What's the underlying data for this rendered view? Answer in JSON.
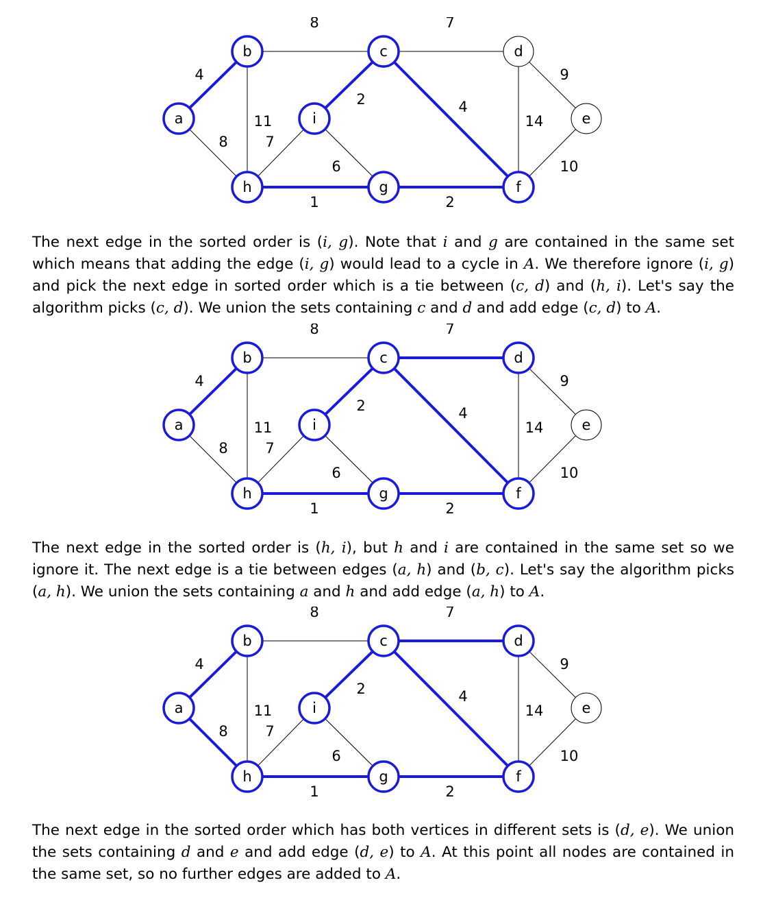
{
  "graphs": [
    {
      "nodes": [
        {
          "id": "a",
          "highlighted": true
        },
        {
          "id": "b",
          "highlighted": true
        },
        {
          "id": "c",
          "highlighted": true
        },
        {
          "id": "d",
          "highlighted": false
        },
        {
          "id": "e",
          "highlighted": false
        },
        {
          "id": "f",
          "highlighted": true
        },
        {
          "id": "g",
          "highlighted": true
        },
        {
          "id": "h",
          "highlighted": true
        },
        {
          "id": "i",
          "highlighted": true
        }
      ],
      "edges": [
        {
          "u": "a",
          "v": "b",
          "w": "4",
          "highlighted": true
        },
        {
          "u": "a",
          "v": "h",
          "w": "8",
          "highlighted": false
        },
        {
          "u": "b",
          "v": "c",
          "w": "8",
          "highlighted": false
        },
        {
          "u": "b",
          "v": "h",
          "w": "11",
          "highlighted": false
        },
        {
          "u": "c",
          "v": "d",
          "w": "7",
          "highlighted": false
        },
        {
          "u": "c",
          "v": "i",
          "w": "2",
          "highlighted": true
        },
        {
          "u": "c",
          "v": "f",
          "w": "4",
          "highlighted": true
        },
        {
          "u": "d",
          "v": "e",
          "w": "9",
          "highlighted": false
        },
        {
          "u": "d",
          "v": "f",
          "w": "14",
          "highlighted": false
        },
        {
          "u": "e",
          "v": "f",
          "w": "10",
          "highlighted": false
        },
        {
          "u": "h",
          "v": "i",
          "w": "7",
          "highlighted": false
        },
        {
          "u": "i",
          "v": "g",
          "w": "6",
          "highlighted": false
        },
        {
          "u": "h",
          "v": "g",
          "w": "1",
          "highlighted": true
        },
        {
          "u": "g",
          "v": "f",
          "w": "2",
          "highlighted": true
        }
      ]
    },
    {
      "nodes": [
        {
          "id": "a",
          "highlighted": true
        },
        {
          "id": "b",
          "highlighted": true
        },
        {
          "id": "c",
          "highlighted": true
        },
        {
          "id": "d",
          "highlighted": true
        },
        {
          "id": "e",
          "highlighted": false
        },
        {
          "id": "f",
          "highlighted": true
        },
        {
          "id": "g",
          "highlighted": true
        },
        {
          "id": "h",
          "highlighted": true
        },
        {
          "id": "i",
          "highlighted": true
        }
      ],
      "edges": [
        {
          "u": "a",
          "v": "b",
          "w": "4",
          "highlighted": true
        },
        {
          "u": "a",
          "v": "h",
          "w": "8",
          "highlighted": false
        },
        {
          "u": "b",
          "v": "c",
          "w": "8",
          "highlighted": false
        },
        {
          "u": "b",
          "v": "h",
          "w": "11",
          "highlighted": false
        },
        {
          "u": "c",
          "v": "d",
          "w": "7",
          "highlighted": true
        },
        {
          "u": "c",
          "v": "i",
          "w": "2",
          "highlighted": true
        },
        {
          "u": "c",
          "v": "f",
          "w": "4",
          "highlighted": true
        },
        {
          "u": "d",
          "v": "e",
          "w": "9",
          "highlighted": false
        },
        {
          "u": "d",
          "v": "f",
          "w": "14",
          "highlighted": false
        },
        {
          "u": "e",
          "v": "f",
          "w": "10",
          "highlighted": false
        },
        {
          "u": "h",
          "v": "i",
          "w": "7",
          "highlighted": false
        },
        {
          "u": "i",
          "v": "g",
          "w": "6",
          "highlighted": false
        },
        {
          "u": "h",
          "v": "g",
          "w": "1",
          "highlighted": true
        },
        {
          "u": "g",
          "v": "f",
          "w": "2",
          "highlighted": true
        }
      ]
    },
    {
      "nodes": [
        {
          "id": "a",
          "highlighted": true
        },
        {
          "id": "b",
          "highlighted": true
        },
        {
          "id": "c",
          "highlighted": true
        },
        {
          "id": "d",
          "highlighted": true
        },
        {
          "id": "e",
          "highlighted": false
        },
        {
          "id": "f",
          "highlighted": true
        },
        {
          "id": "g",
          "highlighted": true
        },
        {
          "id": "h",
          "highlighted": true
        },
        {
          "id": "i",
          "highlighted": true
        }
      ],
      "edges": [
        {
          "u": "a",
          "v": "b",
          "w": "4",
          "highlighted": true
        },
        {
          "u": "a",
          "v": "h",
          "w": "8",
          "highlighted": true
        },
        {
          "u": "b",
          "v": "c",
          "w": "8",
          "highlighted": false
        },
        {
          "u": "b",
          "v": "h",
          "w": "11",
          "highlighted": false
        },
        {
          "u": "c",
          "v": "d",
          "w": "7",
          "highlighted": true
        },
        {
          "u": "c",
          "v": "i",
          "w": "2",
          "highlighted": true
        },
        {
          "u": "c",
          "v": "f",
          "w": "4",
          "highlighted": true
        },
        {
          "u": "d",
          "v": "e",
          "w": "9",
          "highlighted": false
        },
        {
          "u": "d",
          "v": "f",
          "w": "14",
          "highlighted": false
        },
        {
          "u": "e",
          "v": "f",
          "w": "10",
          "highlighted": false
        },
        {
          "u": "h",
          "v": "i",
          "w": "7",
          "highlighted": false
        },
        {
          "u": "i",
          "v": "g",
          "w": "6",
          "highlighted": false
        },
        {
          "u": "h",
          "v": "g",
          "w": "1",
          "highlighted": true
        },
        {
          "u": "g",
          "v": "f",
          "w": "2",
          "highlighted": true
        }
      ]
    }
  ],
  "paragraphs": {
    "p1": {
      "s1": "The next edge in the sorted order is (",
      "e1": "i, g",
      "s2": "). Note that ",
      "v1": "i",
      "s3": " and ",
      "v2": "g",
      "s4": " are contained in the same set which means that adding the edge (",
      "e2": "i, g",
      "s5": ") would lead to a cycle in ",
      "v3": "A",
      "s6": ". We therefore ignore (",
      "e3": "i, g",
      "s7": ") and pick the next edge in sorted order which is a tie between (",
      "e4": "c, d",
      "s8": ") and (",
      "e5": "h, i",
      "s9": "). Let's say the algorithm picks (",
      "e6": "c, d",
      "s10": "). We union the sets containing ",
      "v4": "c",
      "s11": " and ",
      "v5": "d",
      "s12": " and add edge (",
      "e7": "c, d",
      "s13": ") to ",
      "v6": "A",
      "s14": "."
    },
    "p2": {
      "s1": "The next edge in the sorted order is (",
      "e1": "h, i",
      "s2": "), but ",
      "v1": "h",
      "s3": " and ",
      "v2": "i",
      "s4": " are contained in the same set so we ignore it. The next edge is a tie between edges (",
      "e2": "a, h",
      "s5": ") and (",
      "e3": "b, c",
      "s6": "). Let's say the algorithm picks (",
      "e4": "a, h",
      "s7": "). We union the sets containing ",
      "v3": "a",
      "s8": " and ",
      "v4": "h",
      "s9": " and add edge (",
      "e5": "a, h",
      "s10": ") to ",
      "v5": "A",
      "s11": "."
    },
    "p3": {
      "s1": "The next edge in the sorted order which has both vertices in different sets is (",
      "e1": "d, e",
      "s2": "). We union the sets containing ",
      "v1": "d",
      "s3": " and ",
      "v2": "e",
      "s4": " and add edge (",
      "e2": "d, e",
      "s5": ") to ",
      "v3": "A",
      "s6": ". At this point all nodes are contained in the same set, so no further edges are added to ",
      "v4": "A",
      "s7": "."
    }
  },
  "colors": {
    "highlight": "#1a1adc",
    "normal": "#000000"
  }
}
